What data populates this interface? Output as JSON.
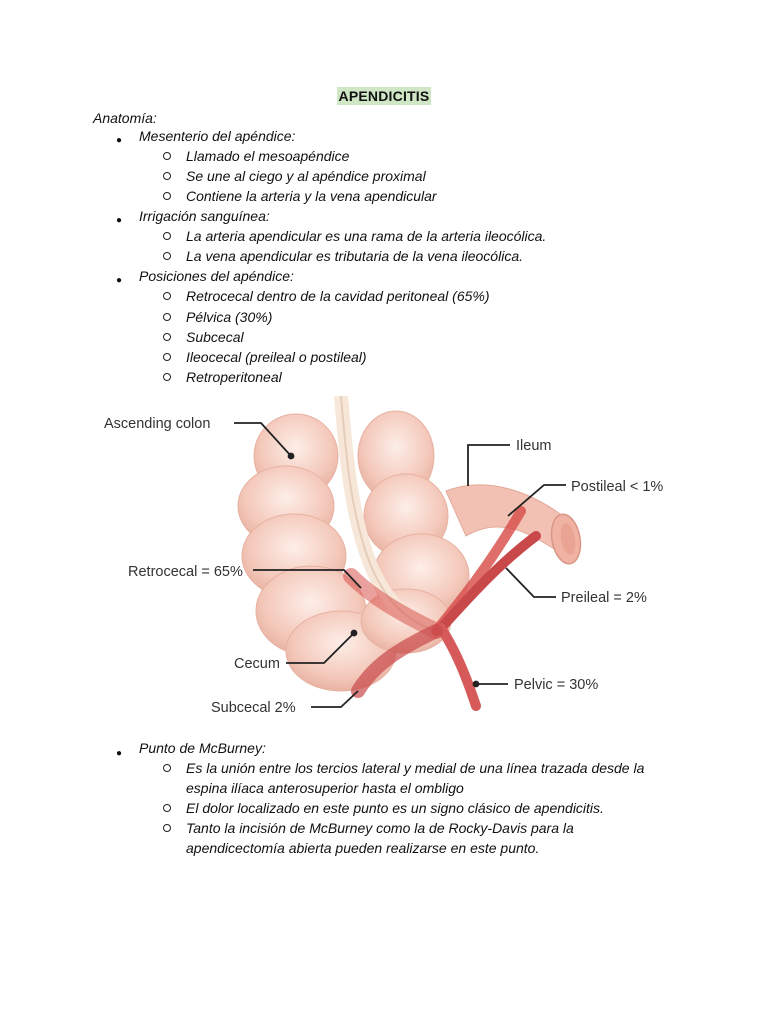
{
  "title": "APENDICITIS",
  "section_label": "Anatomía:",
  "list1": [
    {
      "label": "Mesenterio del apéndice:",
      "items": [
        "Llamado el mesoapéndice",
        "Se une al ciego y al apéndice proximal",
        "Contiene la arteria y la vena apendicular"
      ]
    },
    {
      "label": "Irrigación sanguínea:",
      "items": [
        "La arteria apendicular es una rama de la arteria ileocólica.",
        "La vena apendicular es tributaria de la vena ileocólica."
      ]
    },
    {
      "label": "Posiciones del apéndice:",
      "items": [
        "Retrocecal dentro de la cavidad peritoneal (65%)",
        "Pélvica (30%)",
        "Subcecal",
        "Ileocecal (preileal o postileal)",
        "Retroperitoneal"
      ]
    }
  ],
  "diagram_labels": {
    "ascending_colon": "Ascending colon",
    "ileum": "Ileum",
    "postileal": "Postileal < 1%",
    "retrocecal": "Retrocecal = 65%",
    "preileal": "Preileal = 2%",
    "cecum": "Cecum",
    "pelvic": "Pelvic = 30%",
    "subcecal": "Subcecal 2%"
  },
  "list2": {
    "label": "Punto de McBurney:",
    "items": [
      [
        "Es la unión entre los tercios lateral y medial de una línea trazada desde la",
        "espina ilíaca anterosuperior hasta el ombligo"
      ],
      [
        "El dolor localizado en este punto es un signo clásico de apendicitis."
      ],
      [
        "Tanto la incisión de McBurney como la de Rocky-Davis para la",
        "apendicectomía abierta pueden realizarse en este punto."
      ]
    ]
  },
  "colors": {
    "title_highlight": "#cfe7c4",
    "colon_fill": "#f4c9bb",
    "appendix_red": "#d9534f"
  }
}
